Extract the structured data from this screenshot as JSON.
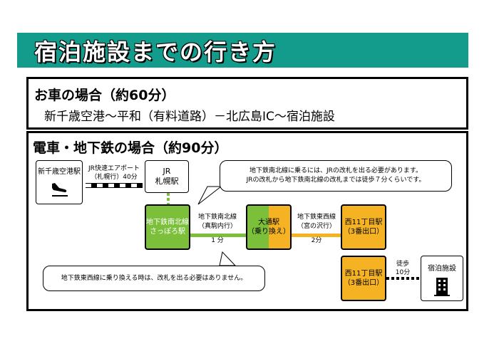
{
  "header": {
    "title": "宿泊施設までの行き方"
  },
  "car": {
    "title": "お車の場合（約60分）",
    "route": "新千歳空港～平和（有料道路）－北広島IC～宿泊施設"
  },
  "train": {
    "title": "電車・地下鉄の場合（約90分）",
    "airport_station": "新千歳空港駅",
    "jr_line": "JR快速エアポート",
    "jr_line_dir": "（札幌行）40分",
    "jr_sapporo": "JR\n札幌駅",
    "callout_top_1": "地下鉄南北線に乗るには、JRの改札を出る必要があります。",
    "callout_top_2": "JRの改札から地下鉄南北線の改札までは徒歩７分くらいです。",
    "subway_sapporo": "地下鉄南北線\nさっぽろ駅",
    "namboku_line": "地下鉄南北線",
    "namboku_dir": "（真駒内行）",
    "namboku_time": "1 分",
    "odori": "大通駅\n（乗り換え）",
    "tozai_line": "地下鉄東西線",
    "tozai_dir": "（宮の沢行）",
    "tozai_time": "2分",
    "nishi11_upper": "西11丁目駅\n（3番出口）",
    "callout_bottom": "地下鉄東西線に乗り換える時は、改札を出る必要はありません。",
    "nishi11_lower": "西11丁目駅\n（3番出口）",
    "walk_label": "徒歩",
    "walk_time": "10分",
    "facility": "宿泊施設"
  },
  "colors": {
    "header": "#139b8c",
    "namboku": "#7bbf3a",
    "tozai": "#f5b324"
  },
  "icons": {
    "airport": "airplane-landing-icon",
    "facility": "building-icon"
  }
}
